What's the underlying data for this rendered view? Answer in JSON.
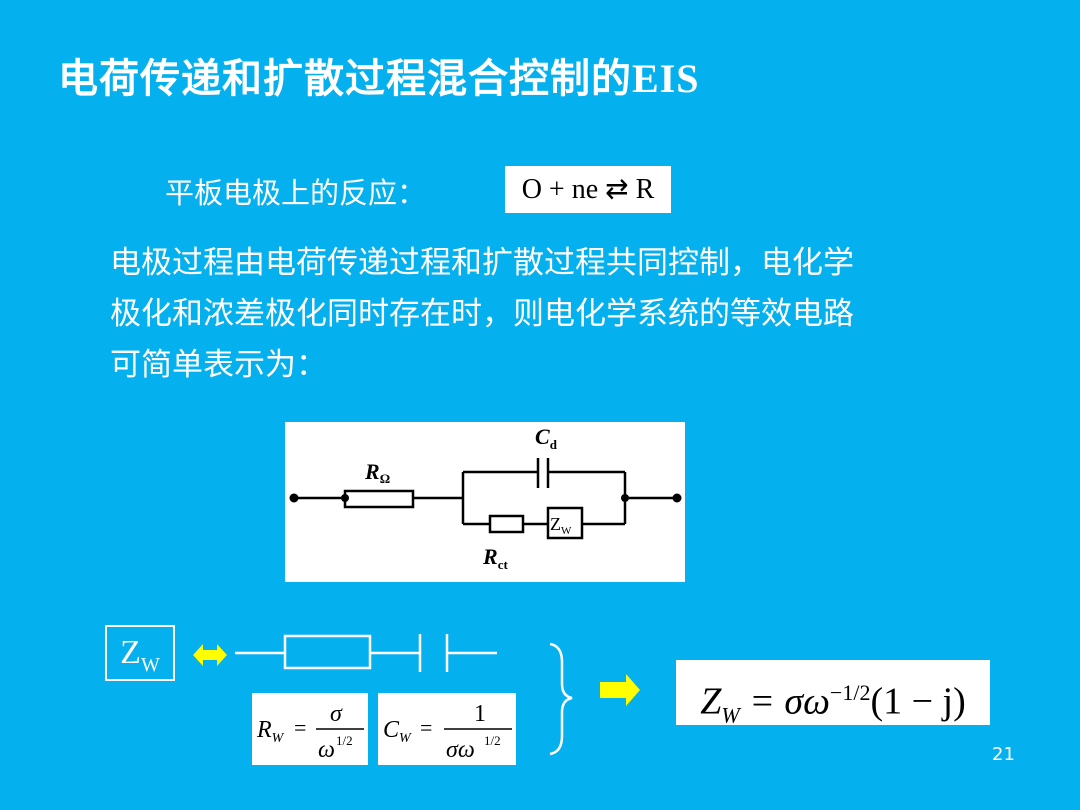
{
  "title": {
    "text": "电荷传递和扩散过程混合控制的",
    "suffix": "EIS"
  },
  "reaction": {
    "label": "平板电极上的反应：",
    "equation": "O + ne ⇄ R"
  },
  "paragraph": {
    "lines": [
      "电极过程由电荷传递过程和扩散过程共同控制，电化学",
      "极化和浓差极化同时存在时，则电化学系统的等效电路",
      "可简单表示为："
    ]
  },
  "circuit": {
    "r_omega": "R",
    "r_omega_sub": "Ω",
    "cd": "C",
    "cd_sub": "d",
    "rct": "R",
    "rct_sub": "ct",
    "zw": "Z",
    "zw_sub": "W"
  },
  "warburg": {
    "symbol": "Z",
    "symbol_sub": "W",
    "rw": {
      "lhs": "R",
      "lhs_sub": "W",
      "num": "σ",
      "den": "ω",
      "den_exp": "1/2"
    },
    "cw": {
      "lhs": "C",
      "lhs_sub": "W",
      "num": "1",
      "den": "σω",
      "den_exp": "1/2"
    },
    "result": {
      "lhs": "Z",
      "lhs_sub": "W",
      "rhs": "= σω",
      "exp": "−1/2",
      "tail": "(1 − j)"
    }
  },
  "colors": {
    "background": "#05b0ee",
    "arrow": "#ffff00"
  },
  "page_number": "21"
}
